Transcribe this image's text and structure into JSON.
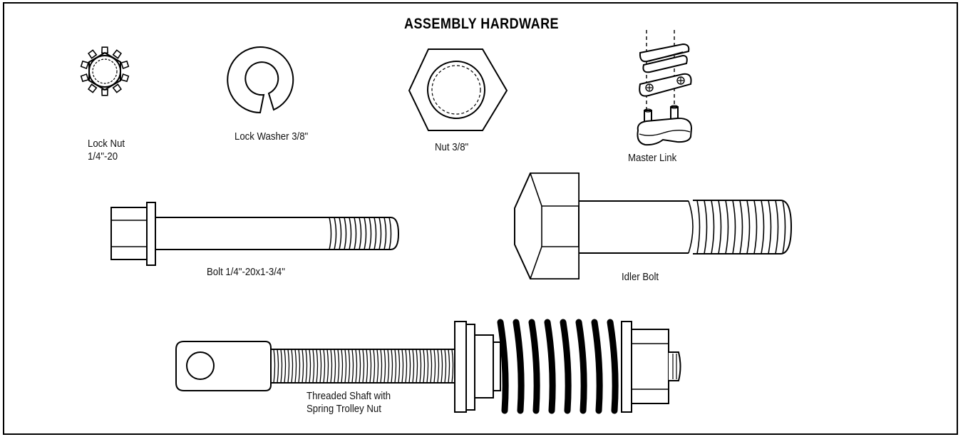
{
  "title": "ASSEMBLY HARDWARE",
  "parts": {
    "lock_nut": {
      "line1": "Lock Nut",
      "line2": "1/4\"-20"
    },
    "lock_washer": {
      "label": "Lock Washer 3/8\""
    },
    "nut": {
      "label": "Nut 3/8\""
    },
    "master_link": {
      "label": "Master Link"
    },
    "bolt": {
      "label": "Bolt 1/4\"-20x1-3/4\""
    },
    "idler_bolt": {
      "label": "Idler Bolt"
    },
    "threaded_shaft": {
      "line1": "Threaded Shaft with",
      "line2": "Spring Trolley Nut"
    }
  },
  "colors": {
    "ink": "#000000",
    "paper": "#ffffff"
  }
}
